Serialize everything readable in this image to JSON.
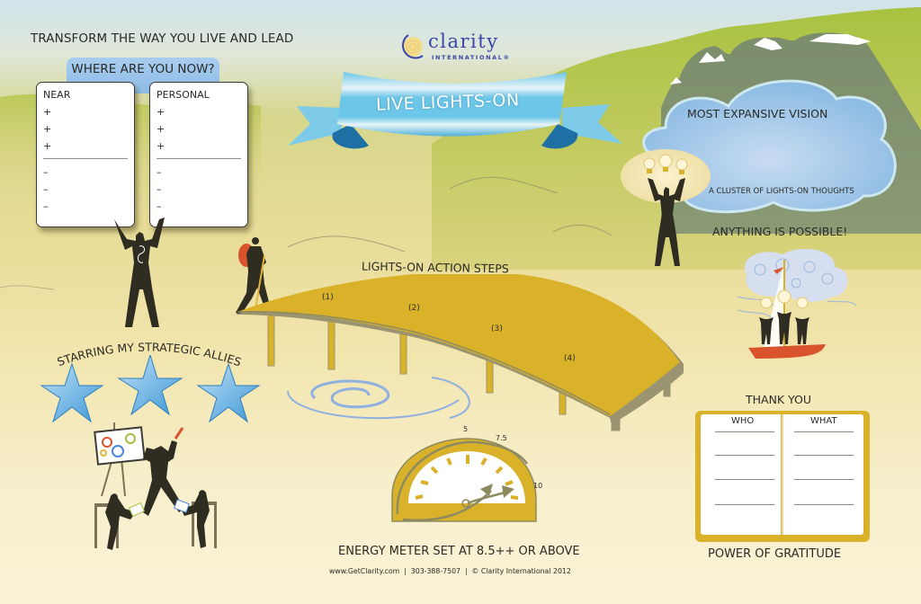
{
  "header": {
    "tagline": "TRANSFORM THE WAY YOU LIVE AND LEAD",
    "logo": {
      "name": "clarity",
      "sub": "INTERNATIONAL®",
      "icon": "spiral-sun-icon"
    },
    "banner": "LIVE LIGHTS-ON"
  },
  "where_are_you_now": {
    "title": "WHERE ARE YOU NOW?",
    "cards": [
      {
        "label": "NEAR",
        "plus": [
          "+",
          "+",
          "+"
        ],
        "minus": [
          "–",
          "–",
          "–"
        ]
      },
      {
        "label": "PERSONAL",
        "plus": [
          "+",
          "+",
          "+"
        ],
        "minus": [
          "–",
          "–",
          "–"
        ]
      }
    ]
  },
  "vision": {
    "title": "MOST EXPANSIVE VISION",
    "subtitle": "A CLUSTER OF LIGHTS-ON THOUGHTS",
    "tagline": "ANYTHING IS POSSIBLE!"
  },
  "action_steps": {
    "title": "LIGHTS-ON ACTION STEPS",
    "steps": [
      "(1)",
      "(2)",
      "(3)",
      "(4)"
    ]
  },
  "allies": {
    "title": "STARRING MY STRATEGIC ALLIES",
    "stars": 3
  },
  "energy_meter": {
    "ticks": [
      "5",
      "7.5",
      "10"
    ],
    "caption": "ENERGY METER SET AT 8.5++ OR ABOVE"
  },
  "gratitude": {
    "heading": "THANK YOU",
    "columns": [
      "WHO",
      "WHAT"
    ],
    "caption": "POWER OF GRATITUDE"
  },
  "footer": {
    "text": "www.GetClarity.com  |  303-388-7507  |  © Clarity International 2012"
  },
  "colors": {
    "gold": "#d9b22a",
    "sky_blue": "#8fc3e8",
    "ribbon": "#5bb9df",
    "hill_green": "#a9c24a",
    "mountain": "#7d8f6c",
    "figure": "#2f2c22"
  }
}
